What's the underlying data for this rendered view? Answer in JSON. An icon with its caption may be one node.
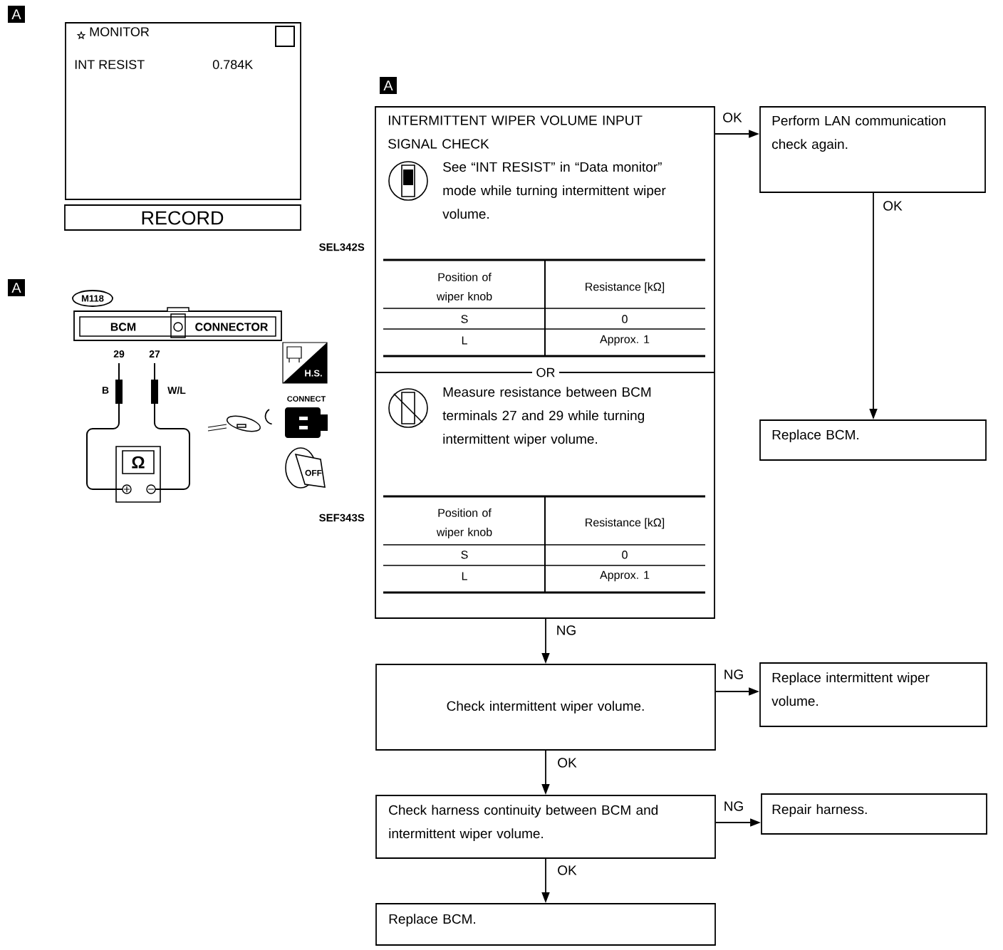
{
  "diagram": {
    "nodes": [
      {
        "text": [
          "MONITOR",
          "INT RESIST",
          "0.784K"
        ]
      },
      {
        "text": [
          "RECORD"
        ]
      },
      {
        "text": [
          "M118"
        ]
      },
      {
        "text": [
          "BCM",
          "CONNECTOR"
        ]
      },
      {
        "text": [
          "INTERMITTENT WIPER VOLUME INPUT SIGNAL CHECK",
          "See “INT RESIST” in “Data monitor” mode while turning intermittent wiper volume.",
          "OR",
          "Measure resistance between BCM terminals 27 and 29 while turning intermittent wiper volume."
        ]
      },
      {
        "text": [
          "Perform LAN communication check again."
        ]
      },
      {
        "text": [
          "Replace BCM."
        ]
      },
      {
        "text": [
          "Check intermittent wiper volume."
        ]
      },
      {
        "text": [
          "Replace intermittent wiper volume."
        ]
      },
      {
        "text": [
          "Check harness continuity between BCM and intermittent wiper volume."
        ]
      },
      {
        "text": [
          "Repair harness."
        ]
      },
      {
        "text": [
          "Replace BCM."
        ]
      }
    ],
    "edges": [
      {
        "from": 4,
        "to": 5,
        "arrow": "to",
        "label": "OK"
      },
      {
        "from": 5,
        "to": 6,
        "arrow": "to",
        "label": "OK"
      },
      {
        "from": 4,
        "to": 7,
        "arrow": "to",
        "label": "NG"
      },
      {
        "from": 7,
        "to": 8,
        "arrow": "to",
        "label": "NG"
      },
      {
        "from": 7,
        "to": 9,
        "arrow": "to",
        "label": "OK"
      },
      {
        "from": 9,
        "to": 10,
        "arrow": "to",
        "label": "NG"
      },
      {
        "from": 9,
        "to": 11,
        "arrow": "to",
        "label": "OK"
      }
    ],
    "labels": [
      "A",
      "SEL342S",
      "A",
      "29",
      "27",
      "B",
      "W/L",
      "H.S.",
      "CONNECT",
      "OFF",
      "Ω",
      "SEF343S",
      "A",
      "Position of wiper knob",
      "Resistance [kΩ]",
      "S",
      "0",
      "L",
      "Approx. 1",
      "Position of wiper knob",
      "Resistance [kΩ]",
      "S",
      "0",
      "L",
      "Approx. 1"
    ]
  }
}
